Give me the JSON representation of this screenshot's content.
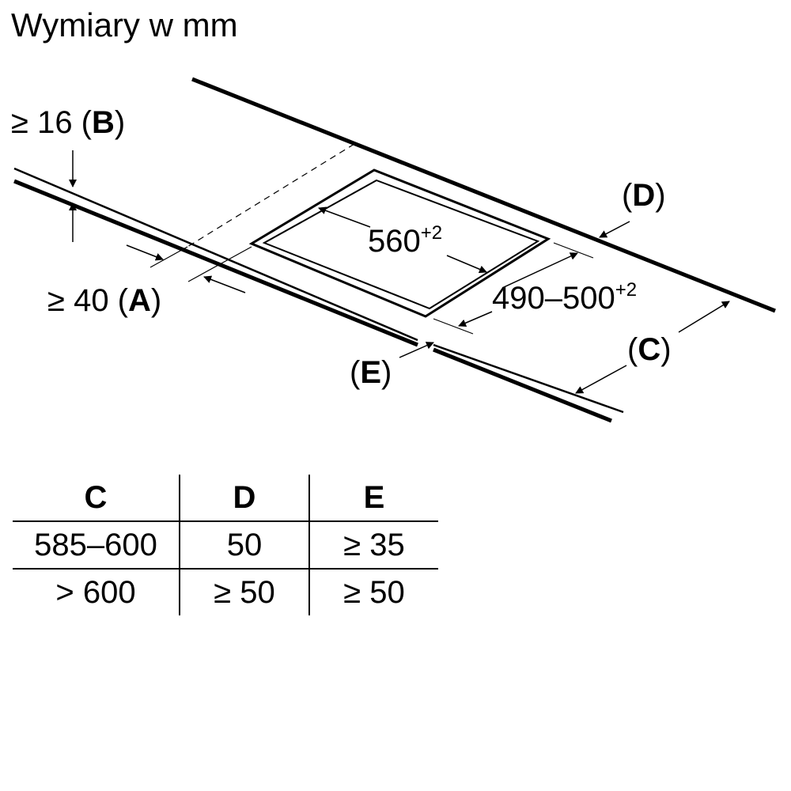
{
  "title": "Wymiary w mm",
  "labels": {
    "b_prefix": "≥ 16 (",
    "b_letter": "B",
    "b_suffix": ")",
    "a_prefix": "≥ 40 (",
    "a_letter": "A",
    "a_suffix": ")",
    "d_open": "(",
    "d_letter": "D",
    "d_close": ")",
    "c_open": "(",
    "c_letter": "C",
    "c_close": ")",
    "e_open": "(",
    "e_letter": "E",
    "e_close": ")",
    "width_value": "560",
    "width_tol": "+2",
    "depth_value": "490–500",
    "depth_tol": "+2"
  },
  "table": {
    "headers": [
      "C",
      "D",
      "E"
    ],
    "rows": [
      [
        "585–600",
        "50",
        "≥ 35"
      ],
      [
        "> 600",
        "≥ 50",
        "≥ 50"
      ]
    ]
  }
}
